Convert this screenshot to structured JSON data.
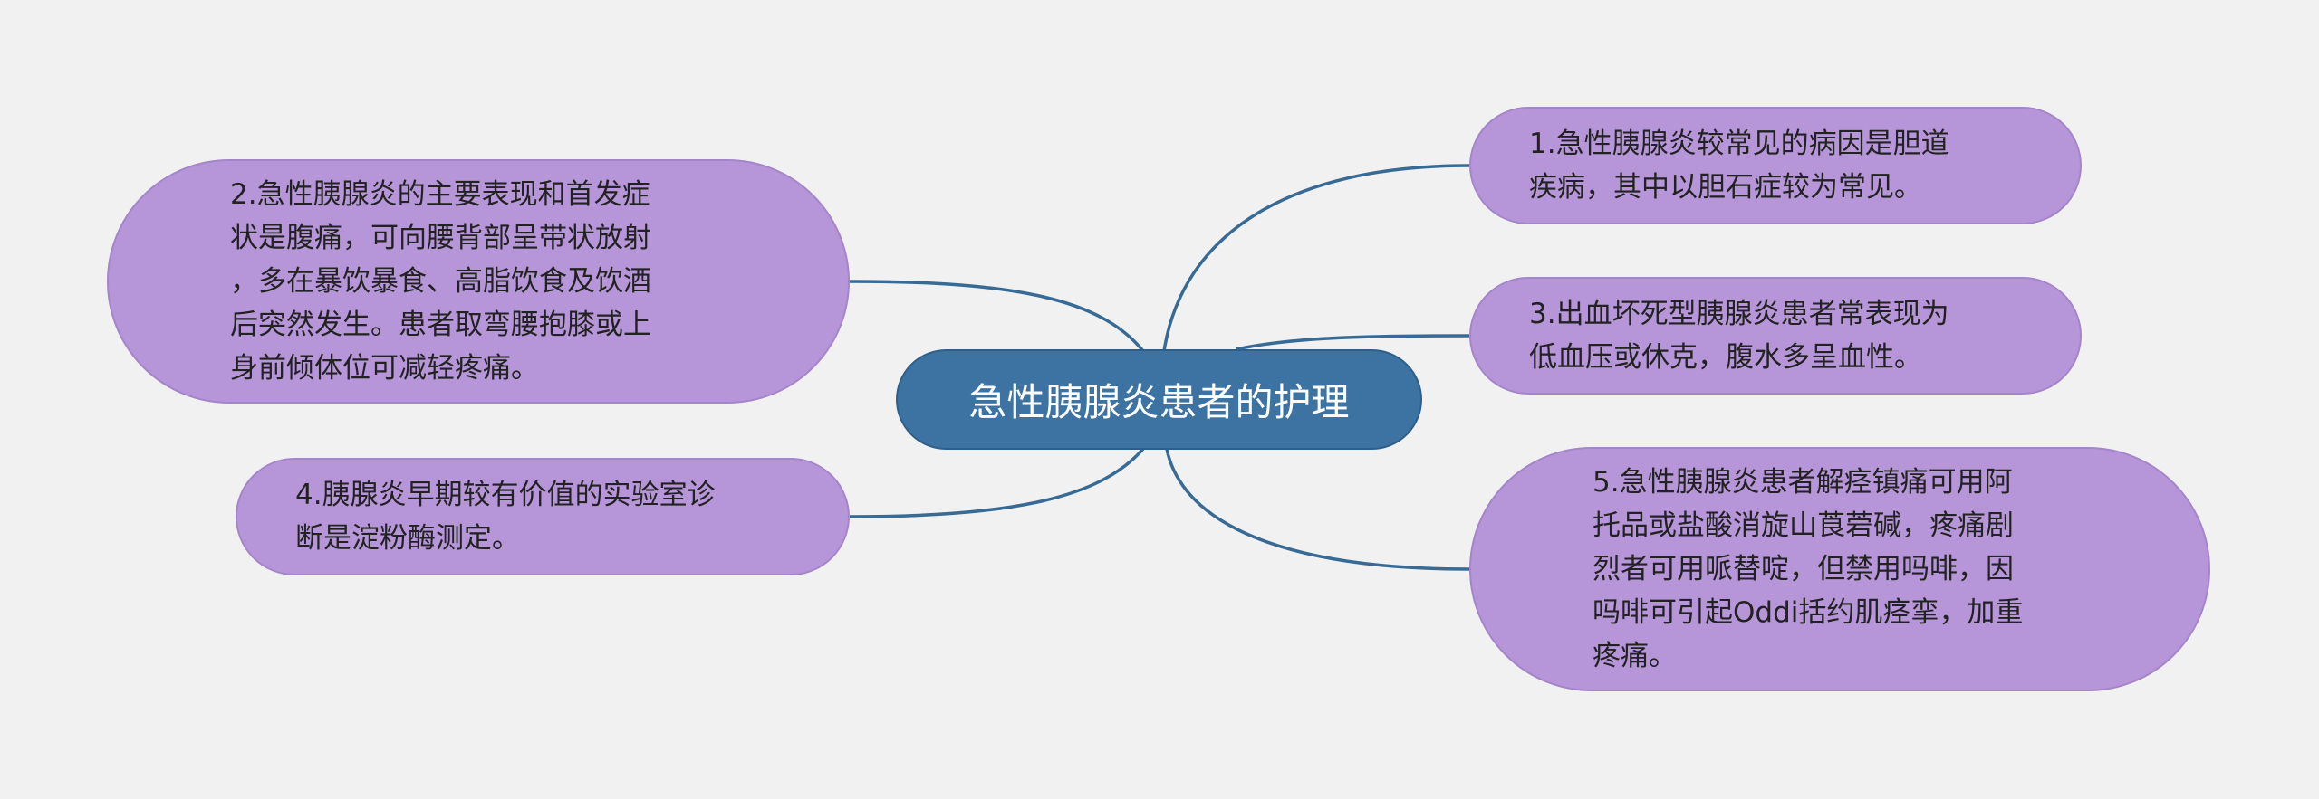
{
  "mindmap": {
    "center": {
      "label": "急性胰腺炎患者的护理",
      "fill_color": "#3c73a3"
    },
    "branch_color": "#376a94",
    "leaf_fill_color": "#b696d8",
    "topics": [
      {
        "id": 1,
        "side": "right",
        "text": "1.急性胰腺炎较常见的病因是胆道\n疾病，其中以胆石症较为常见。"
      },
      {
        "id": 3,
        "side": "right",
        "text": "3.出血坏死型胰腺炎患者常表现为\n低血压或休克，腹水多呈血性。"
      },
      {
        "id": 5,
        "side": "right",
        "text": "5.急性胰腺炎患者解痉镇痛可用阿\n托品或盐酸消旋山莨菪碱，疼痛剧\n烈者可用哌替啶，但禁用吗啡，因\n吗啡可引起Oddi括约肌痉挛，加重\n疼痛。"
      },
      {
        "id": 2,
        "side": "left",
        "text": "2.急性胰腺炎的主要表现和首发症\n状是腹痛，可向腰背部呈带状放射\n，多在暴饮暴食、高脂饮食及饮酒\n后突然发生。患者取弯腰抱膝或上\n身前倾体位可减轻疼痛。"
      },
      {
        "id": 4,
        "side": "left",
        "text": "4.胰腺炎早期较有价值的实验室诊\n断是淀粉酶测定。"
      }
    ]
  }
}
